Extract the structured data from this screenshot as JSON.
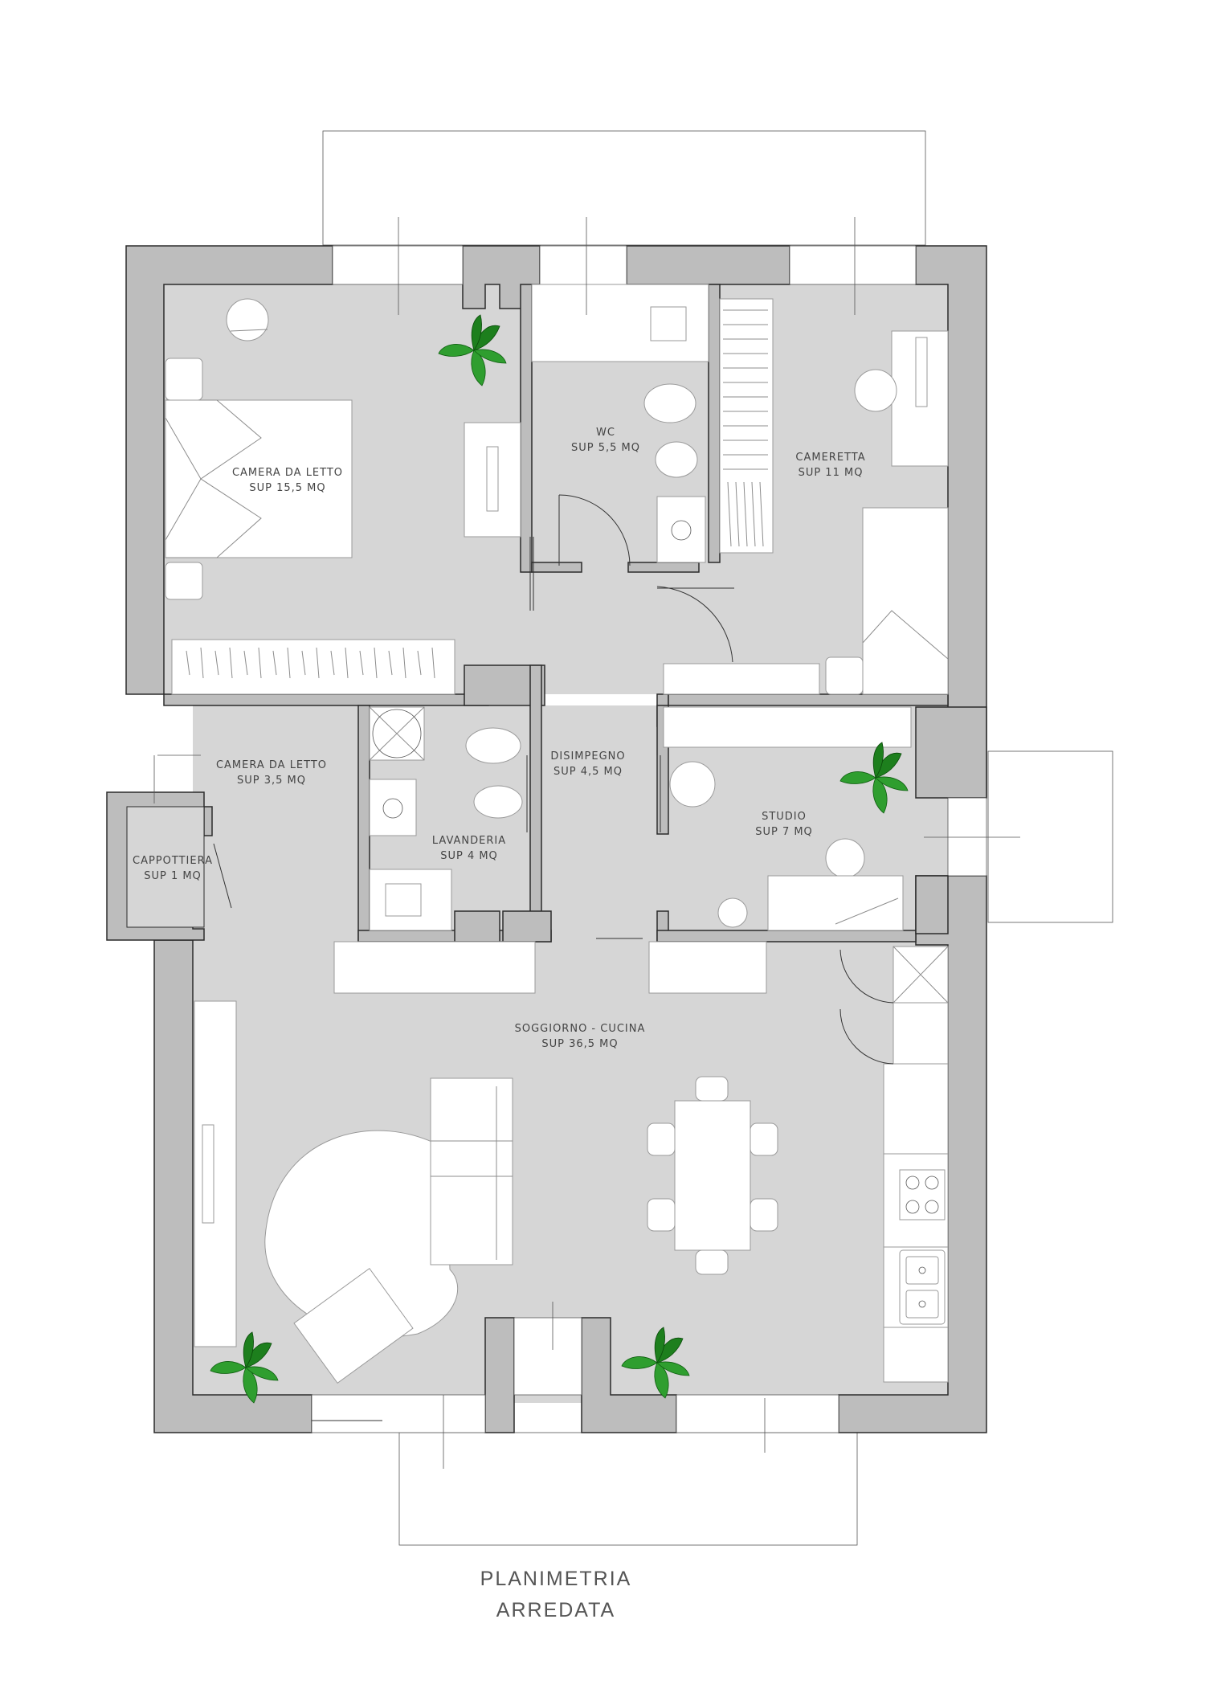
{
  "rooms": {
    "camera_letto_1": {
      "name": "CAMERA DA LETTO",
      "area": "SUP 15,5 MQ"
    },
    "wc": {
      "name": "WC",
      "area": "SUP 5,5 MQ"
    },
    "cameretta": {
      "name": "CAMERETTA",
      "area": "SUP 11 MQ"
    },
    "camera_letto_2": {
      "name": "CAMERA DA LETTO",
      "area": "SUP 3,5 MQ"
    },
    "cappottiera": {
      "name": "CAPPOTTIERA",
      "area": "SUP 1 MQ"
    },
    "lavanderia": {
      "name": "LAVANDERIA",
      "area": "SUP 4 MQ"
    },
    "disimpegno": {
      "name": "DISIMPEGNO",
      "area": "SUP 4,5 MQ"
    },
    "studio": {
      "name": "STUDIO",
      "area": "SUP 7 MQ"
    },
    "soggiorno": {
      "name": "SOGGIORNO - CUCINA",
      "area": "SUP 36,5 MQ"
    }
  },
  "caption": {
    "line1": "PLANIMETRIA",
    "line2": "ARREDATA"
  },
  "colors": {
    "wall": "#bdbdbd",
    "floor": "#d6d6d6",
    "plant": "#2f9e2f",
    "line": "#2b2b2b"
  },
  "icons": [
    "plant-icon",
    "door-swing-icon",
    "stove-icon",
    "sink-icon"
  ]
}
